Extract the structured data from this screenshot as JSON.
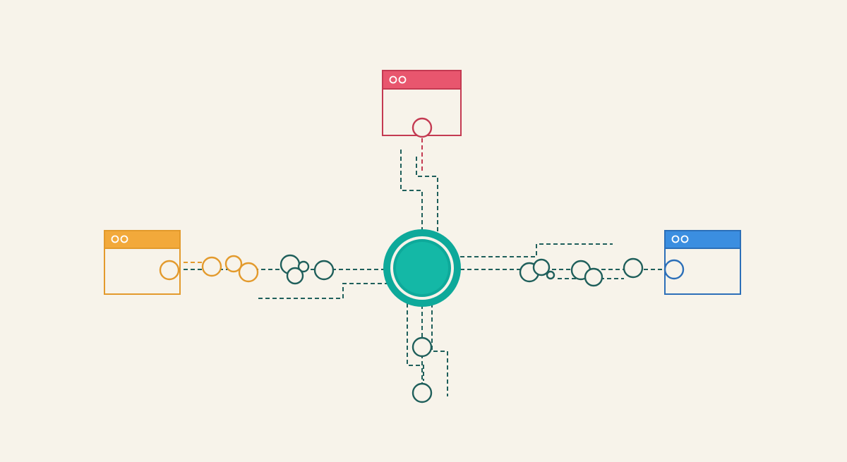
{
  "colors": {
    "background": "#f7f3ea",
    "hub": "#14b8a6",
    "hub_ring": "#0ea99a",
    "connector": "#1f5f5b",
    "window_top": "#e8566e",
    "window_top_stroke": "#c43a52",
    "window_left": "#f2a93b",
    "window_left_stroke": "#e39a2c",
    "window_right": "#3b8ee0",
    "window_right_stroke": "#2c6fb8"
  },
  "nodes": {
    "hub": {
      "icon": "central-hub-icon"
    },
    "windows": [
      {
        "id": "top",
        "icon": "browser-window-icon"
      },
      {
        "id": "left",
        "icon": "browser-window-icon"
      },
      {
        "id": "right",
        "icon": "browser-window-icon"
      }
    ]
  }
}
